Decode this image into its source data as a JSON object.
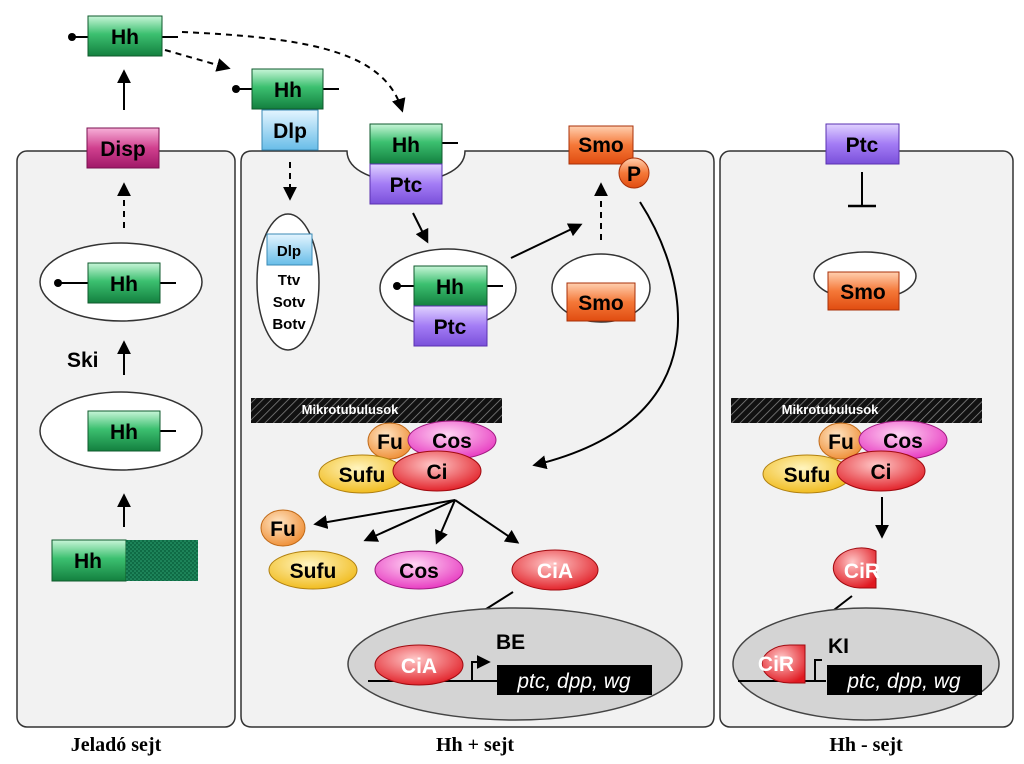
{
  "labels": {
    "hh": "Hh",
    "disp": "Disp",
    "dlp": "Dlp",
    "ptc": "Ptc",
    "smo": "Smo",
    "p": "P",
    "ski": "Ski",
    "ttv": "Ttv",
    "sotv": "Sotv",
    "botv": "Botv",
    "microtubules": "Mikrotubulusok",
    "fu": "Fu",
    "cos": "Cos",
    "sufu": "Sufu",
    "ci": "Ci",
    "cia": "CiA",
    "cir": "CiR",
    "be": "BE",
    "ki": "KI",
    "genes": "ptc, dpp, wg"
  },
  "captions": {
    "sending_cell": "Jeladó sejt",
    "hh_plus_cell": "Hh + sejt",
    "hh_minus_cell": "Hh - sejt"
  },
  "colors": {
    "hh_green": "#22a85a",
    "disp_magenta": "#c2237e",
    "dlp_blue": "#7ec8ee",
    "ptc_purple": "#9a6ff0",
    "smo_orange": "#f05a1e",
    "fu_orange": "#f5a050",
    "cos_pink": "#f040c8",
    "sufu_yellow": "#f5c830",
    "ci_red": "#e8202a",
    "nucleus_gray": "#d4d4d4"
  }
}
